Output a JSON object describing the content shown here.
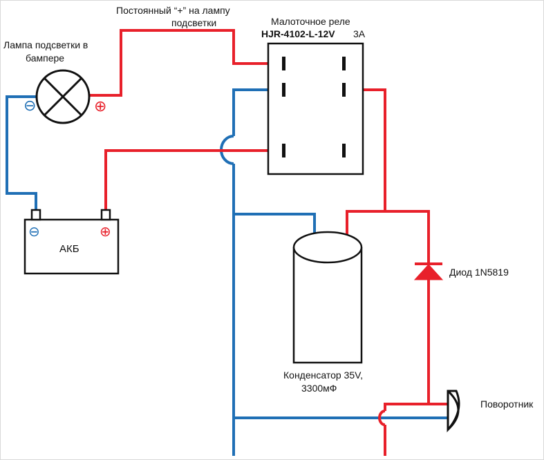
{
  "labels": {
    "lamp_line1": "Лампа подсветки в",
    "lamp_line2": "бампере",
    "const_plus_line1": "Постоянный “+” на лампу",
    "const_plus_line2": "подсветки",
    "relay_line1": "Малоточное реле",
    "relay_model": "HJR-4102-L-12V",
    "relay_current": "3А",
    "battery": "АКБ",
    "diode": "Диод 1N5819",
    "capacitor_line1": "Конденсатор 35V,",
    "capacitor_line2": "3300мФ",
    "turn_signal": "Поворотник"
  },
  "symbols": {
    "minus": "⊖",
    "plus": "⊕"
  },
  "colors": {
    "positive_wire": "#e8202a",
    "negative_wire": "#1f6fb5",
    "outline": "#111111"
  }
}
